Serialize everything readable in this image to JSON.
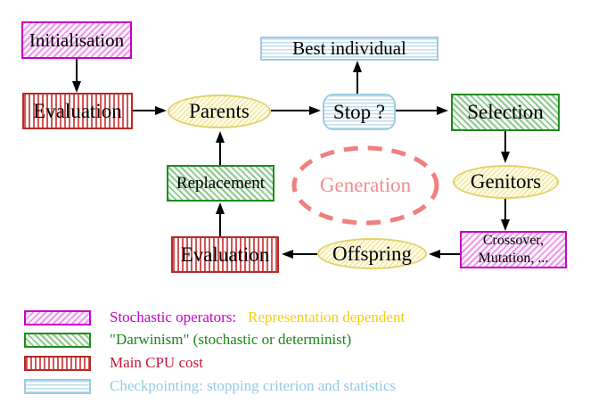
{
  "nodes": {
    "initialisation": {
      "label": "Initialisation"
    },
    "evaluation_top": {
      "label": "Evaluation"
    },
    "parents": {
      "label": "Parents"
    },
    "stop": {
      "label": "Stop ?"
    },
    "best_individual": {
      "label": "Best individual"
    },
    "selection": {
      "label": "Selection"
    },
    "genitors": {
      "label": "Genitors"
    },
    "replacement": {
      "label": "Replacement"
    },
    "generation": {
      "label": "Generation"
    },
    "offspring": {
      "label": "Offspring"
    },
    "evaluation_bottom": {
      "label": "Evaluation"
    },
    "crossover_mutation": {
      "line1": "Crossover,",
      "line2": "Mutation, ..."
    }
  },
  "legend": {
    "items": [
      {
        "swatch": "magenta-diagonal-hatch",
        "parts": [
          {
            "text": "Stochastic operators:",
            "color": "#C800C8"
          },
          {
            "text": "Representation dependent",
            "color": "#F5CE0A"
          }
        ]
      },
      {
        "swatch": "green-diagonal-hatch",
        "parts": [
          {
            "text": "\"Darwinism\" (stochastic or determinist)",
            "color": "#1B841B"
          }
        ]
      },
      {
        "swatch": "red-vertical-lines",
        "parts": [
          {
            "text": "Main CPU cost",
            "color": "#C81634"
          }
        ]
      },
      {
        "swatch": "cyan-horizontal-lines",
        "parts": [
          {
            "text": "Checkpointing: stopping criterion and statistics",
            "color": "#93C9E6"
          }
        ]
      }
    ]
  },
  "colors": {
    "magenta_border": "#C800C8",
    "green_border": "#1F8B1F",
    "red_border": "#B42B2B",
    "cyan_border": "#9FCBDF",
    "yellow_border": "#E3D167",
    "generation_coral": "#F08080",
    "arrow_black": "#000000"
  }
}
